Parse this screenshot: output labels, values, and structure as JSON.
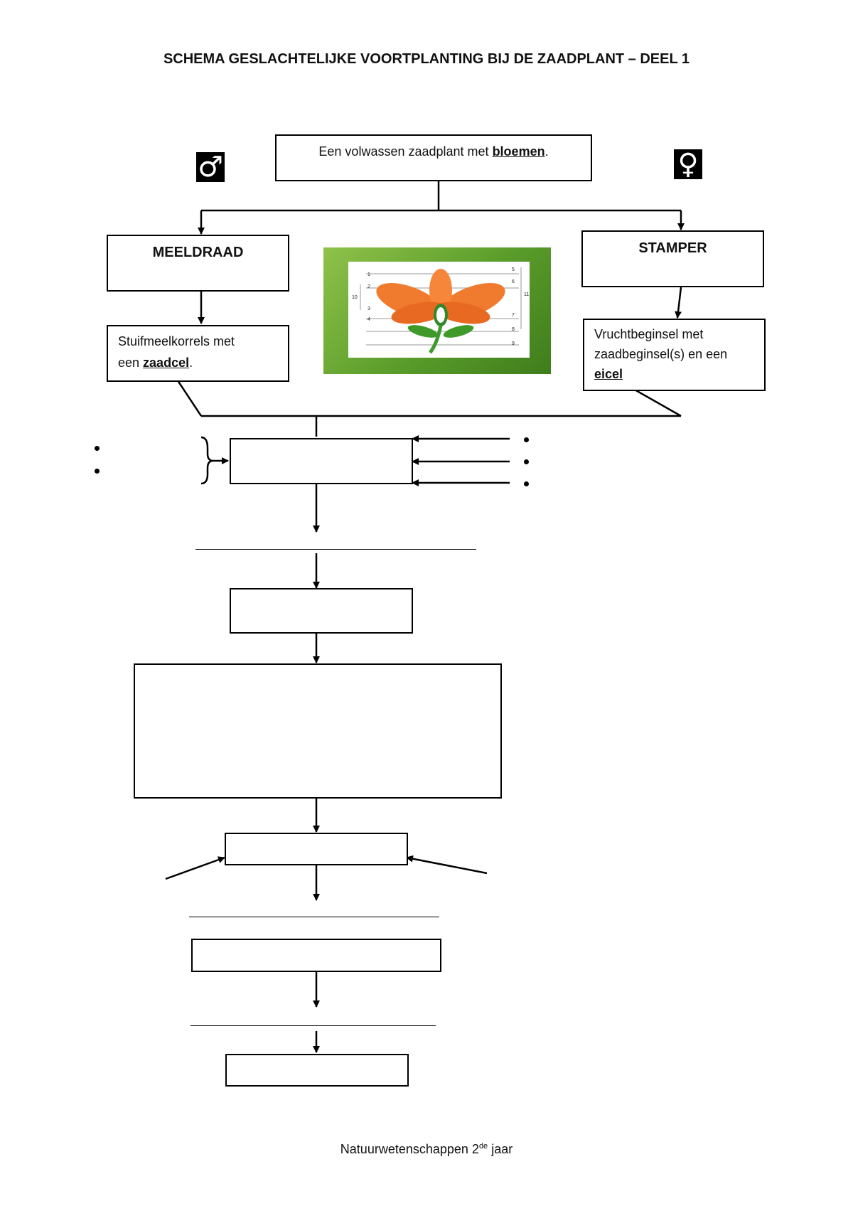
{
  "title": "SCHEMA GESLACHTELIJKE VOORTPLANTING BIJ DE ZAADPLANT – DEEL 1",
  "top_box": {
    "text_before": "Een volwassen zaadplant met ",
    "text_bold": "bloemen",
    "text_after": "."
  },
  "symbols": {
    "male": "♂",
    "female": "♀",
    "male_icon": "male-symbol-icon",
    "female_icon": "female-symbol-icon"
  },
  "meeldraad": {
    "label": "MEELDRAAD",
    "sub_line1": "Stuifmeelkorrels met",
    "sub_line2_before": "een ",
    "sub_line2_bold": "zaadcel",
    "sub_line2_after": "."
  },
  "stamper": {
    "label": "STAMPER",
    "sub_line1": "Vruchtbeginsel met",
    "sub_line2": "zaadbeginsel(s) en een",
    "sub_line3_bold": "eicel"
  },
  "flower_labels": [
    "1",
    "2",
    "3",
    "4",
    "5",
    "6",
    "7",
    "8",
    "9",
    "10",
    "11"
  ],
  "footer": {
    "text_before": "Natuurwetenschappen 2",
    "sup": "de",
    "text_after": " jaar"
  },
  "colors": {
    "panel_green": "#6aa834",
    "petal_orange": "#f07a2e",
    "stem_green": "#3f9a2a"
  }
}
